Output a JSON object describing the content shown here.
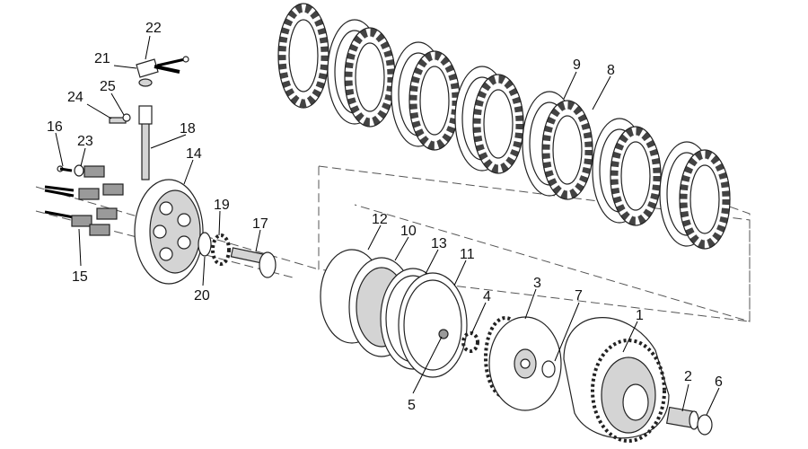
{
  "diagram": {
    "colors": {
      "line": "#000000",
      "part_fill": "#ffffff",
      "shade": "#d4d4d4",
      "dark": "#9a9a9a"
    },
    "callouts": [
      {
        "id": "c1",
        "label": "1"
      },
      {
        "id": "c2",
        "label": "2"
      },
      {
        "id": "c3",
        "label": "3"
      },
      {
        "id": "c4",
        "label": "4"
      },
      {
        "id": "c5",
        "label": "5"
      },
      {
        "id": "c6",
        "label": "6"
      },
      {
        "id": "c7",
        "label": "7"
      },
      {
        "id": "c8",
        "label": "8"
      },
      {
        "id": "c9",
        "label": "9"
      },
      {
        "id": "c10",
        "label": "10"
      },
      {
        "id": "c11",
        "label": "11"
      },
      {
        "id": "c12",
        "label": "12"
      },
      {
        "id": "c13",
        "label": "13"
      },
      {
        "id": "c14",
        "label": "14"
      },
      {
        "id": "c15",
        "label": "15"
      },
      {
        "id": "c16",
        "label": "16"
      },
      {
        "id": "c17",
        "label": "17"
      },
      {
        "id": "c18",
        "label": "18"
      },
      {
        "id": "c19",
        "label": "19"
      },
      {
        "id": "c20",
        "label": "20"
      },
      {
        "id": "c21",
        "label": "21"
      },
      {
        "id": "c22",
        "label": "22"
      },
      {
        "id": "c23",
        "label": "23"
      },
      {
        "id": "c24",
        "label": "24"
      },
      {
        "id": "c25",
        "label": "25"
      }
    ]
  }
}
